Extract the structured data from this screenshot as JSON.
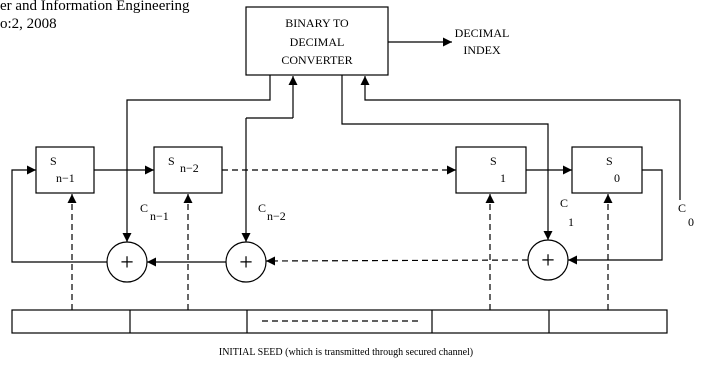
{
  "header": {
    "line1": "er and Information Engineering",
    "line2": "o:2, 2008"
  },
  "converter": {
    "line1": "BINARY TO",
    "line2": "DECIMAL",
    "line3": "CONVERTER"
  },
  "output": {
    "line1": "DECIMAL",
    "line2": "INDEX"
  },
  "registers": [
    {
      "base": "S",
      "sub": "n−1"
    },
    {
      "base": "S",
      "sub": "n−2"
    },
    {
      "base": "S",
      "sub": "1"
    },
    {
      "base": "S",
      "sub": "0"
    }
  ],
  "coefficients": [
    {
      "base": "C",
      "sub": "n−1"
    },
    {
      "base": "C",
      "sub": "n−2"
    },
    {
      "base": "C",
      "sub": "1"
    },
    {
      "base": "C",
      "sub": "0"
    }
  ],
  "adder_symbol": "+",
  "seed_caption": "INITIAL SEED (which is transmitted through secured channel)"
}
